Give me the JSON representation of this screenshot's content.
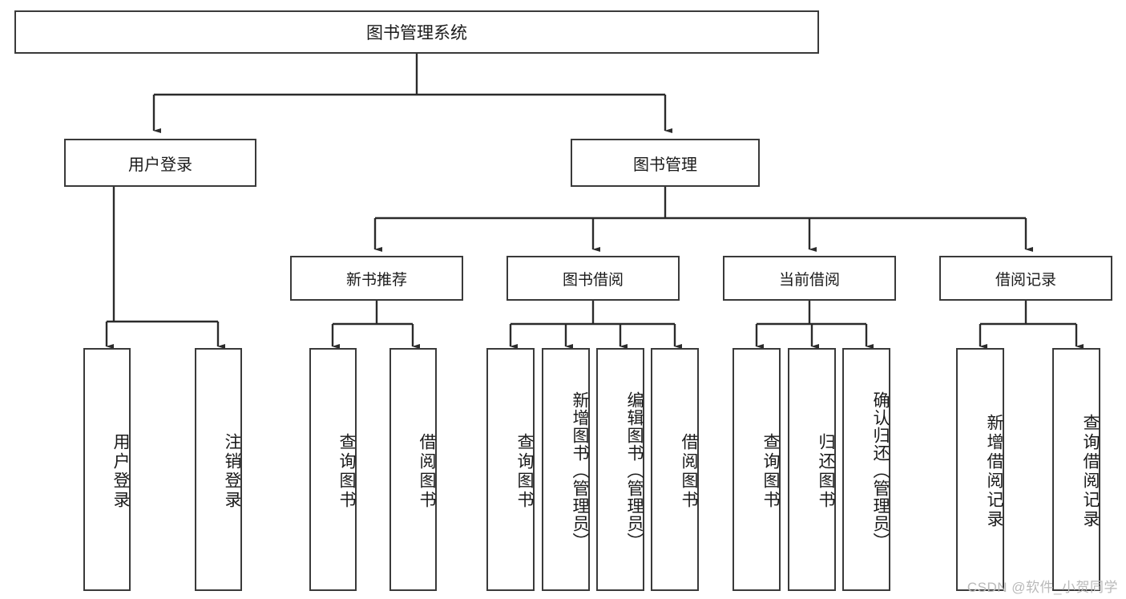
{
  "diagram": {
    "type": "tree-hierarchy",
    "title": "图书管理系统",
    "root": {
      "label": "图书管理系统"
    },
    "level2": [
      {
        "label": "用户登录"
      },
      {
        "label": "图书管理"
      }
    ],
    "level3": [
      {
        "label": "新书推荐"
      },
      {
        "label": "图书借阅"
      },
      {
        "label": "当前借阅"
      },
      {
        "label": "借阅记录"
      }
    ],
    "leaves": {
      "user_login": [
        {
          "label": "用户登录"
        },
        {
          "label": "注销登录"
        }
      ],
      "new_book_recommend": [
        {
          "label": "查询图书"
        },
        {
          "label": "借阅图书"
        }
      ],
      "book_borrow": [
        {
          "label": "查询图书"
        },
        {
          "label": "新增图书（管理员）"
        },
        {
          "label": "编辑图书（管理员）"
        },
        {
          "label": "借阅图书"
        }
      ],
      "current_borrow": [
        {
          "label": "查询图书"
        },
        {
          "label": "归还图书"
        },
        {
          "label": "确认归还（管理员）"
        }
      ],
      "borrow_record": [
        {
          "label": "新增借阅记录"
        },
        {
          "label": "查询借阅记录"
        }
      ]
    },
    "colors": {
      "border": "#3a3a3a",
      "line": "#2b2b2b",
      "background": "#ffffff",
      "text": "#1a1a1a",
      "watermark": "#b9b9b9"
    }
  },
  "watermark": {
    "text": "CSDN @软件_小贺同学"
  }
}
